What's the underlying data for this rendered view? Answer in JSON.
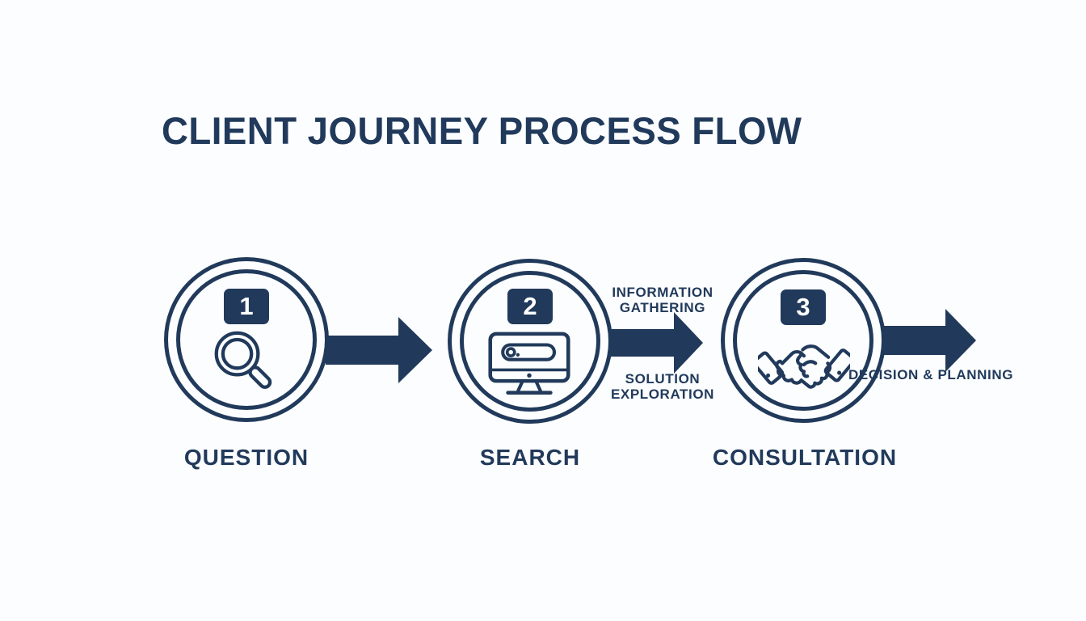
{
  "title": "CLIENT JOURNEY PROCESS FLOW",
  "colors": {
    "navy": "#213a5b",
    "background": "#fcfdfe",
    "badge_number": "#ffffff"
  },
  "steps": [
    {
      "number": "1",
      "label": "QUESTION",
      "icon": "magnifier-icon"
    },
    {
      "number": "2",
      "label": "SEARCH",
      "icon": "monitor-search-icon"
    },
    {
      "number": "3",
      "label": "CONSULTATION",
      "icon": "handshake-icon"
    }
  ],
  "arrows": [
    {
      "name": "question-to-search"
    },
    {
      "name": "search-to-consultation",
      "label_above": "INFORMATION GATHERING",
      "label_below": "SOLUTION EXPLORATION"
    },
    {
      "name": "consultation-forward",
      "label_below": "DECISION & PLANNING"
    }
  ]
}
